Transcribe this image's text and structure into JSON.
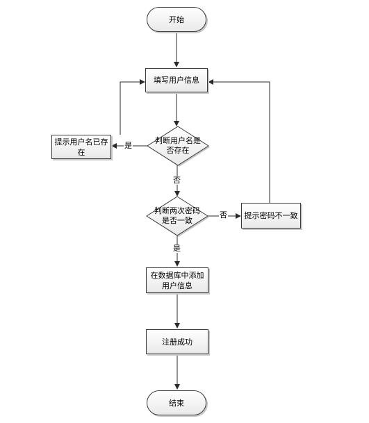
{
  "nodes": {
    "start": "开始",
    "fill_info": "填写用户信息",
    "check_username": "判断用户名是\n否存在",
    "username_exists": "提示用户名已存\n在",
    "check_password": "判断两次密码\n是否一致",
    "password_mismatch": "提示密码不一致",
    "add_to_db": "在数据库中添加\n用户信息",
    "success": "注册成功",
    "end": "结束"
  },
  "edges": {
    "username_yes": "是",
    "username_no": "否",
    "password_no": "否",
    "password_yes": "是"
  }
}
